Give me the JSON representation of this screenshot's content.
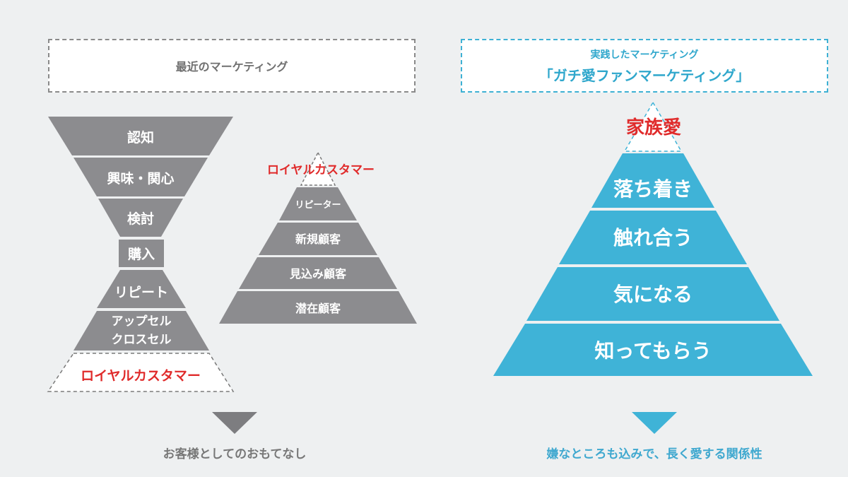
{
  "left": {
    "header": "最近のマーケティング",
    "funnel_top": [
      "認知",
      "興味・関心",
      "検討"
    ],
    "funnel_middle": "購入",
    "funnel_bottom_single": "リピート",
    "funnel_bottom_multi": [
      "アップセル",
      "クロスセル"
    ],
    "funnel_bottom_dashed": "ロイヤルカスタマー",
    "pyramid_top_label": "ロイヤルカスタマー",
    "pyramid_layers": [
      "リピーター",
      "新規顧客",
      "見込み顧客",
      "潜在顧客"
    ],
    "caption": "お客様としてのおもてなし"
  },
  "right": {
    "header_sub": "実践したマーケティング",
    "header_main": "「ガチ愛ファンマーケティング」",
    "pyramid_top_label": "家族愛",
    "pyramid_layers": [
      "落ち着き",
      "触れ合う",
      "気になる",
      "知ってもらう"
    ],
    "caption": "嫌なところも込みで、長く愛する関係性"
  },
  "colors": {
    "gray": "#8c8c8f",
    "blue": "#3fb3d7",
    "red": "#e02b2b",
    "caption_gray": "#777777",
    "caption_blue": "#3fa8cf"
  }
}
